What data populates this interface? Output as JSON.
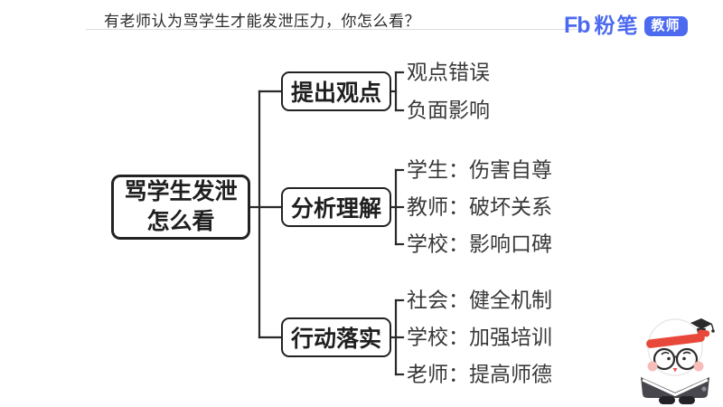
{
  "header": {
    "title": "有老师认为骂学生才能发泄压力，你怎么看？"
  },
  "brand": {
    "logo_text": "Fb",
    "logo_name": "粉笔",
    "badge": "教师"
  },
  "mindmap": {
    "root": {
      "line1": "骂学生发泄",
      "line2": "怎么看"
    },
    "branches": [
      {
        "label": "提出观点",
        "leaves": [
          "观点错误",
          "负面影响"
        ]
      },
      {
        "label": "分析理解",
        "leaves": [
          "学生：伤害自尊",
          "教师：破坏关系",
          "学校：影响口碑"
        ]
      },
      {
        "label": "行动落实",
        "leaves": [
          "社会：健全机制",
          "学校：加强培训",
          "老师：提高师德"
        ]
      }
    ]
  },
  "icons": {
    "mascot": "fenbi-teacher-mascot"
  },
  "colors": {
    "brand_blue": "#4c6af0",
    "line_color": "#2a2a2a",
    "leaf_text": "#383838",
    "mascot_body": "#47474d",
    "mascot_headband": "#e8483a"
  }
}
